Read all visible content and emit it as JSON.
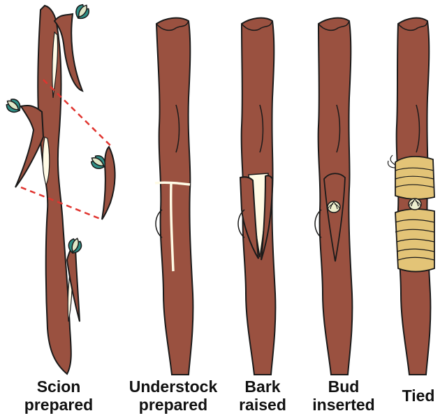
{
  "colors": {
    "bark": "#9a5140",
    "bark_outline": "#1a1a1a",
    "wood": "#fffbe6",
    "bud_teal": "#2f8f86",
    "bud_pale": "#dfe8c8",
    "tie": "#e3c477",
    "cut_line": "#e0342f",
    "caption": "#111111"
  },
  "stages": [
    {
      "line1": "Scion",
      "line2": "prepared"
    },
    {
      "line1": "Understock",
      "line2": "prepared"
    },
    {
      "line1": "Bark",
      "line2": "raised"
    },
    {
      "line1": "Bud",
      "line2": "inserted"
    },
    {
      "line1": "",
      "line2": "Tied"
    }
  ]
}
